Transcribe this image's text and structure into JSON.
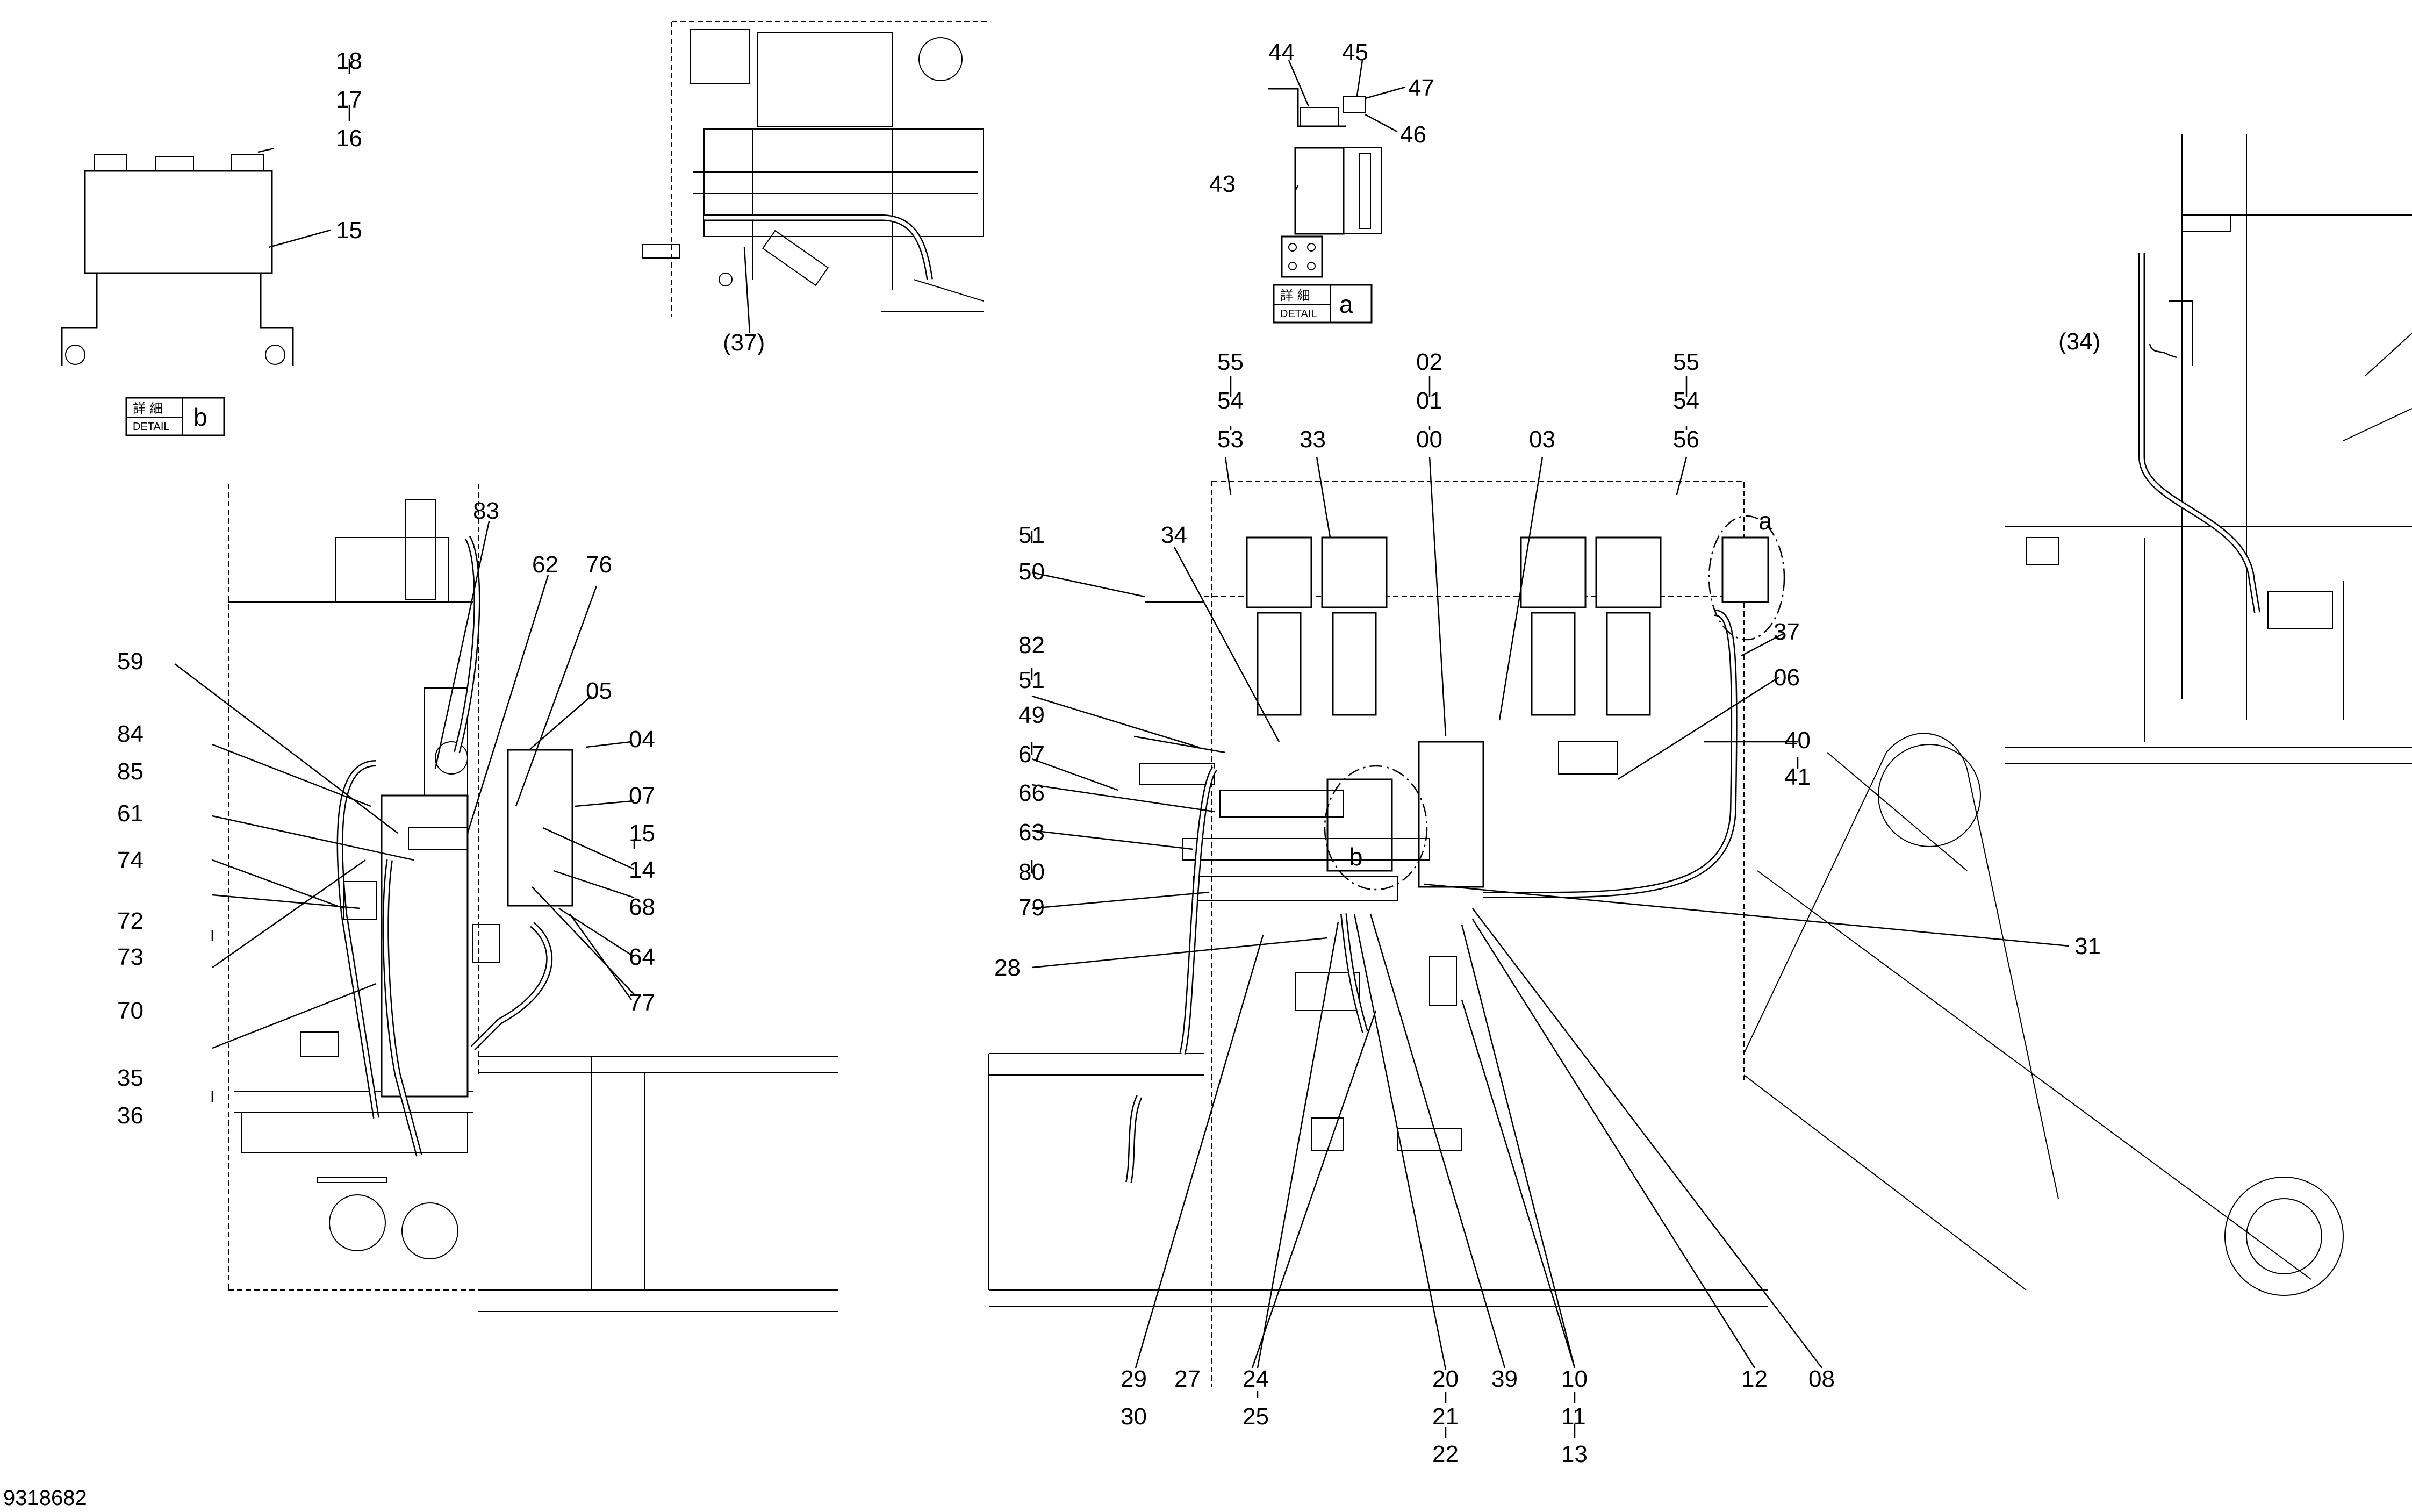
{
  "drawing_number": "9318682",
  "detail_boxes": {
    "a": {
      "kanji": "詳 細",
      "word": "DETAIL",
      "letter": "a"
    },
    "b": {
      "kanji": "詳 細",
      "word": "DETAIL",
      "letter": "b"
    }
  },
  "callout_letters": {
    "a": "a",
    "b": "b"
  },
  "labels": {
    "n00": "00",
    "n01": "01",
    "n02": "02",
    "n03": "03",
    "n04": "04",
    "n05": "05",
    "n06": "06",
    "n07": "07",
    "n08": "08",
    "n10": "10",
    "n11": "11",
    "n12": "12",
    "n13": "13",
    "n14": "14",
    "n15": "15",
    "n15b": "15",
    "n16": "16",
    "n17": "17",
    "n18": "18",
    "n20": "20",
    "n21": "21",
    "n22": "22",
    "n24": "24",
    "n25": "25",
    "n27": "27",
    "n28": "28",
    "n29": "29",
    "n30": "30",
    "n31": "31",
    "n33": "33",
    "n34": "34",
    "n34p": "(34)",
    "n35": "35",
    "n36": "36",
    "n37": "37",
    "n37p": "(37)",
    "n39": "39",
    "n40": "40",
    "n41": "41",
    "n43": "43",
    "n44": "44",
    "n45": "45",
    "n46": "46",
    "n47": "47",
    "n49": "49",
    "n50": "50",
    "n51a": "51",
    "n51b": "51",
    "n53": "53",
    "n54a": "54",
    "n54b": "54",
    "n55a": "55",
    "n55b": "55",
    "n56": "56",
    "n59": "59",
    "n61": "61",
    "n62": "62",
    "n63": "63",
    "n64": "64",
    "n66": "66",
    "n67": "67",
    "n68": "68",
    "n70": "70",
    "n72": "72",
    "n73": "73",
    "n74": "74",
    "n76": "76",
    "n77": "77",
    "n79": "79",
    "n80": "80",
    "n82": "82",
    "n83": "83",
    "n84": "84",
    "n85": "85"
  }
}
